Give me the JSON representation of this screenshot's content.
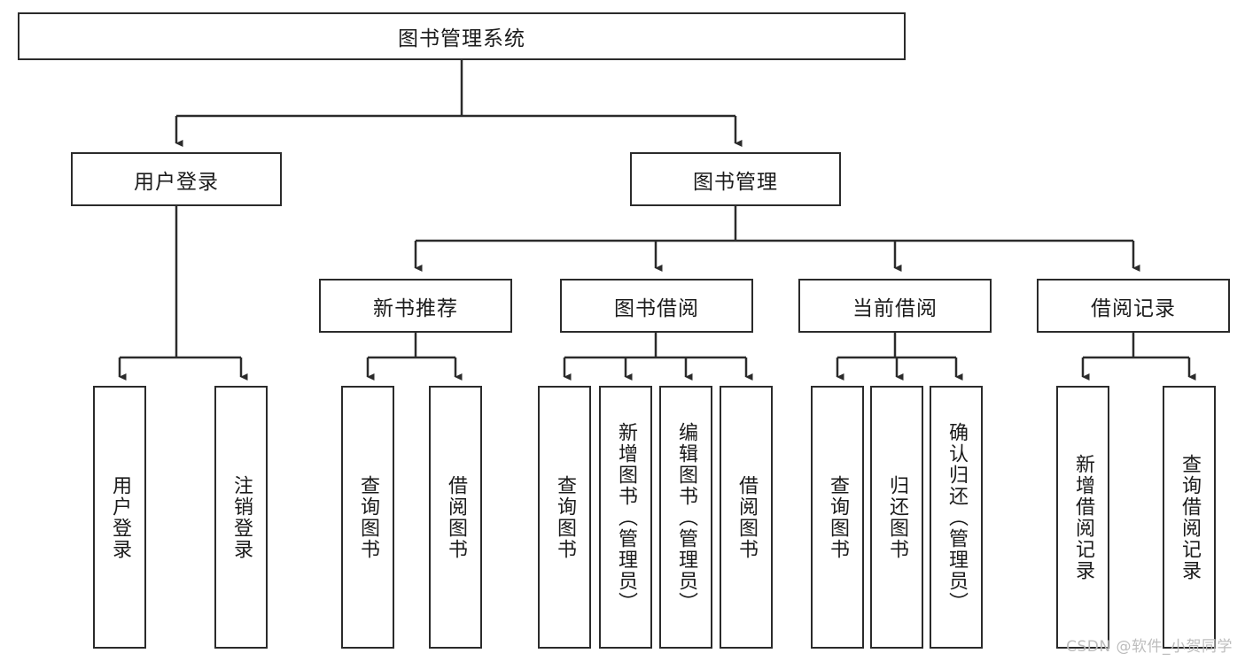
{
  "diagram": {
    "type": "tree",
    "title": "图书管理系统",
    "root": {
      "label": "图书管理系统"
    },
    "level1": [
      {
        "label": "用户登录"
      },
      {
        "label": "图书管理"
      }
    ],
    "level2": [
      {
        "label": "新书推荐"
      },
      {
        "label": "图书借阅"
      },
      {
        "label": "当前借阅"
      },
      {
        "label": "借阅记录"
      }
    ],
    "leaves": {
      "user_login": [
        {
          "label": "用户登录"
        },
        {
          "label": "注销登录"
        }
      ],
      "new_book_recommend": [
        {
          "label": "查询图书"
        },
        {
          "label": "借阅图书"
        }
      ],
      "book_borrow": [
        {
          "label": "查询图书"
        },
        {
          "label": "新增图书（管理员）"
        },
        {
          "label": "编辑图书（管理员）"
        },
        {
          "label": "借阅图书"
        }
      ],
      "current_borrow": [
        {
          "label": "查询图书"
        },
        {
          "label": "归还图书"
        },
        {
          "label": "确认归还（管理员）"
        }
      ],
      "borrow_record": [
        {
          "label": "新增借阅记录"
        },
        {
          "label": "查询借阅记录"
        }
      ]
    }
  },
  "watermark": {
    "text": "CSDN @软件_小贺同学"
  },
  "colors": {
    "stroke": "#2b2b2b",
    "background": "#ffffff",
    "text": "#1b1b1b",
    "watermark": "#bdbdbd"
  }
}
